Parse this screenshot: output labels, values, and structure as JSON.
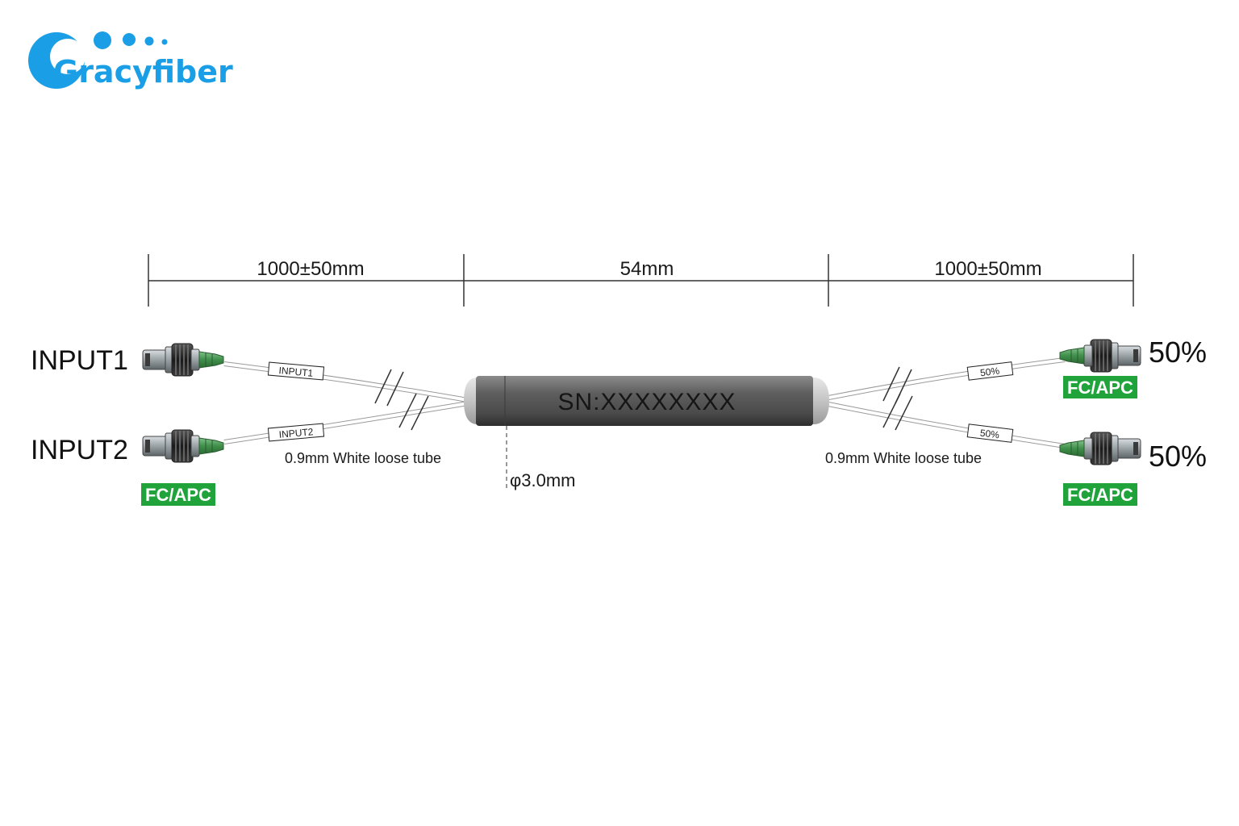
{
  "logo": {
    "brand": "Gracyfiber",
    "color": "#1a9ee6"
  },
  "dimensions": {
    "left_length": "1000±50mm",
    "body_length": "54mm",
    "right_length": "1000±50mm",
    "body_diameter": "φ3.0mm"
  },
  "inputs": [
    {
      "port_label": "INPUT1",
      "tag": "INPUT1"
    },
    {
      "port_label": "INPUT2",
      "tag": "INPUT2"
    }
  ],
  "outputs": [
    {
      "ratio_label": "50%",
      "tag": "50%",
      "connector": "FC/APC"
    },
    {
      "ratio_label": "50%",
      "tag": "50%",
      "connector": "FC/APC"
    }
  ],
  "input_connector": "FC/APC",
  "tube_notes": {
    "left": "0.9mm White loose tube",
    "right": "0.9mm White loose tube"
  },
  "coupler": {
    "serial": "SN:XXXXXXXX"
  },
  "colors": {
    "badge_green": "#1fa33a",
    "connector_green": "#3f8f4a",
    "coupler_body": "#5a5a5a"
  }
}
